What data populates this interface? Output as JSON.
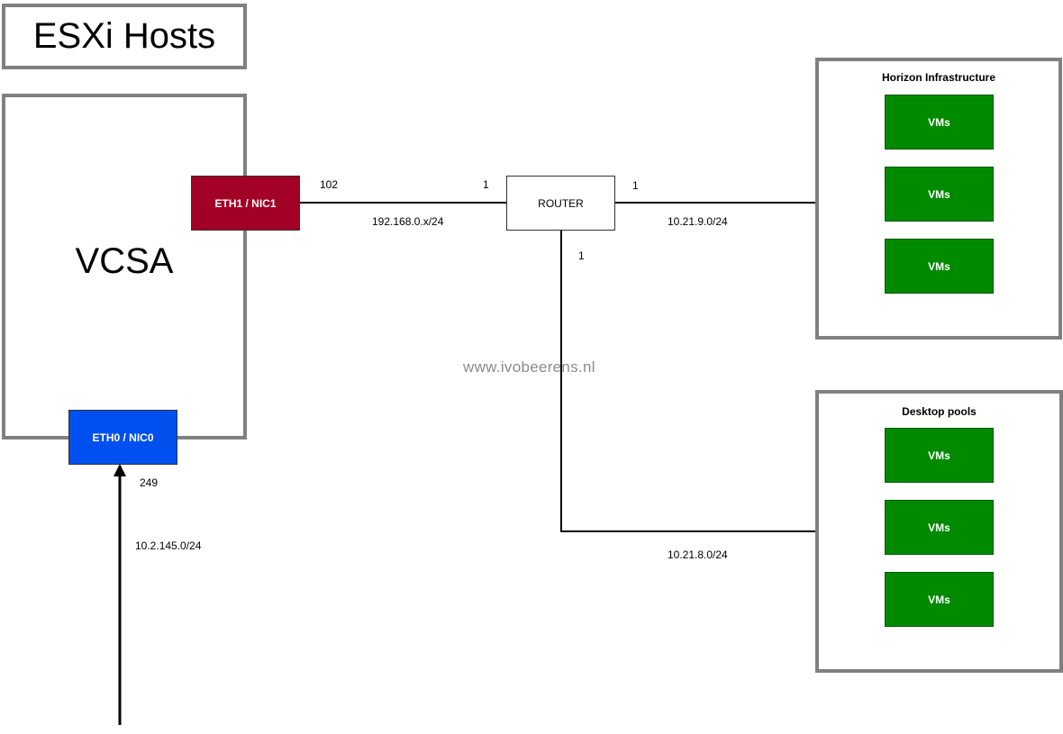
{
  "title": "ESXi Hosts",
  "vcsa": {
    "label": "VCSA"
  },
  "nics": {
    "eth1": {
      "label": "ETH1 / NIC1",
      "color": "#a20025"
    },
    "eth0": {
      "label": "ETH0 / NIC0",
      "color": "#0050ef"
    }
  },
  "router": {
    "label": "ROUTER"
  },
  "links": {
    "vcsa_router": {
      "left_host": "102",
      "right_host": "1",
      "network": "192.168.0.x/24"
    },
    "router_horizon": {
      "left_host": "1",
      "network": "10.21.9.0/24"
    },
    "router_desktop": {
      "left_host": "1",
      "network": "10.21.8.0/24"
    },
    "uplink": {
      "host": "249",
      "network": "10.2.145.0/24"
    }
  },
  "groups": {
    "horizon": {
      "title": "Horizon Infrastructure",
      "vms": [
        "VMs",
        "VMs",
        "VMs"
      ]
    },
    "desktop": {
      "title": "Desktop pools",
      "vms": [
        "VMs",
        "VMs",
        "VMs"
      ]
    }
  },
  "watermark": "www.ivobeerens.nl",
  "colors": {
    "vm_fill": "#008a00",
    "border": "#808080"
  }
}
